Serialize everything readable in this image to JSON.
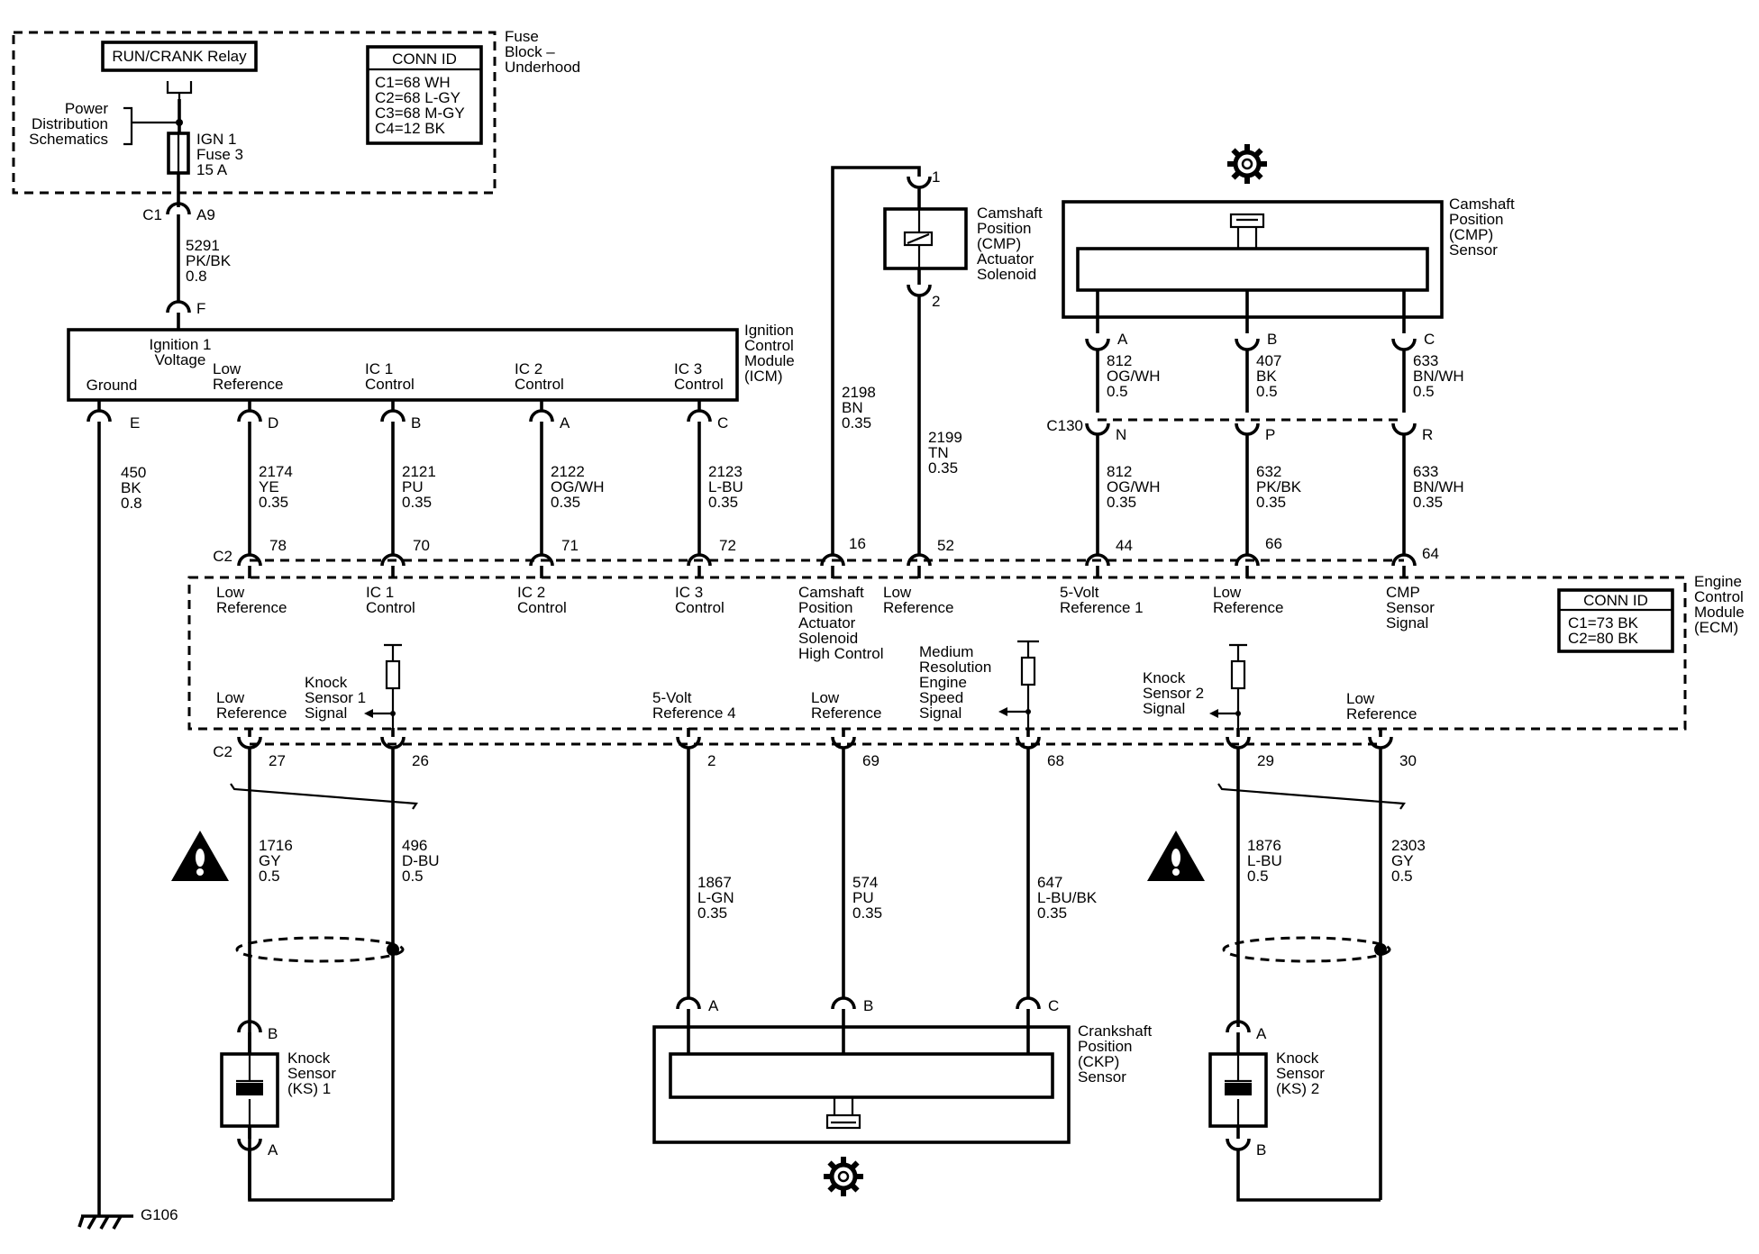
{
  "fuse_block": {
    "title": [
      "Fuse",
      "Block –",
      "Underhood"
    ],
    "relay": "RUN/CRANK Relay",
    "power_distribution": [
      "Power",
      "Distribution",
      "Schematics"
    ],
    "fuse": [
      "IGN 1",
      "Fuse 3",
      "15 A"
    ],
    "conn_id": {
      "title": "CONN ID",
      "rows": [
        "C1=68 WH",
        "C2=68 L-GY",
        "C3=68 M-GY",
        "C4=12 BK"
      ]
    },
    "connector": "C1",
    "pin": "A9"
  },
  "fuse_wire": {
    "circuit": "5291",
    "color": "PK/BK",
    "gauge": "0.8"
  },
  "icm": {
    "title": [
      "Ignition",
      "Control",
      "Module",
      "(ICM)"
    ],
    "feed_pin": "F",
    "ignition_label": [
      "Ignition 1",
      "Voltage"
    ],
    "pins": [
      {
        "label": [
          "Ground"
        ],
        "pin": "E"
      },
      {
        "label": [
          "Low",
          "Reference"
        ],
        "pin": "D"
      },
      {
        "label": [
          "IC 1",
          "Control"
        ],
        "pin": "B"
      },
      {
        "label": [
          "IC 2",
          "Control"
        ],
        "pin": "A"
      },
      {
        "label": [
          "IC 3",
          "Control"
        ],
        "pin": "C"
      }
    ]
  },
  "ground_wire": {
    "circuit": "450",
    "color": "BK",
    "gauge": "0.8",
    "ground": "G106"
  },
  "icm_wires": [
    {
      "circuit": "2174",
      "color": "YE",
      "gauge": "0.35"
    },
    {
      "circuit": "2121",
      "color": "PU",
      "gauge": "0.35"
    },
    {
      "circuit": "2122",
      "color": "OG/WH",
      "gauge": "0.35"
    },
    {
      "circuit": "2123",
      "color": "L-BU",
      "gauge": "0.35"
    }
  ],
  "cmp_actuator": {
    "title": [
      "Camshaft",
      "Position",
      "(CMP)",
      "Actuator",
      "Solenoid"
    ],
    "pins": [
      "1",
      "2"
    ],
    "wires": [
      {
        "circuit": "2198",
        "color": "BN",
        "gauge": "0.35"
      },
      {
        "circuit": "2199",
        "color": "TN",
        "gauge": "0.35"
      }
    ]
  },
  "cmp_sensor": {
    "title": [
      "Camshaft",
      "Position",
      "(CMP)",
      "Sensor"
    ],
    "pins": [
      "A",
      "B",
      "C"
    ],
    "upper_wires": [
      {
        "circuit": "812",
        "color": "OG/WH",
        "gauge": "0.5"
      },
      {
        "circuit": "407",
        "color": "BK",
        "gauge": "0.5"
      },
      {
        "circuit": "633",
        "color": "BN/WH",
        "gauge": "0.5"
      }
    ],
    "inline_connector": "C130",
    "inline_pins": [
      "N",
      "P",
      "R"
    ],
    "lower_wires": [
      {
        "circuit": "812",
        "color": "OG/WH",
        "gauge": "0.35"
      },
      {
        "circuit": "632",
        "color": "PK/BK",
        "gauge": "0.35"
      },
      {
        "circuit": "633",
        "color": "BN/WH",
        "gauge": "0.35"
      }
    ]
  },
  "ecm": {
    "title": [
      "Engine",
      "Control",
      "Module",
      "(ECM)"
    ],
    "conn_id": {
      "title": "CONN ID",
      "rows": [
        "C1=73 BK",
        "C2=80 BK"
      ]
    },
    "top_connector": "C2",
    "top_pins": [
      {
        "pin": "78",
        "label": [
          "Low",
          "Reference"
        ]
      },
      {
        "pin": "70",
        "label": [
          "IC 1",
          "Control"
        ]
      },
      {
        "pin": "71",
        "label": [
          "IC 2",
          "Control"
        ]
      },
      {
        "pin": "72",
        "label": [
          "IC 3",
          "Control"
        ]
      },
      {
        "pin": "16",
        "label": [
          "Camshaft",
          "Position",
          "Actuator",
          "Solenoid",
          "High Control"
        ]
      },
      {
        "pin": "52",
        "label": [
          "Low",
          "Reference"
        ]
      },
      {
        "pin": "44",
        "label": [
          "5-Volt",
          "Reference 1"
        ]
      },
      {
        "pin": "66",
        "label": [
          "Low",
          "Reference"
        ]
      },
      {
        "pin": "64",
        "label": [
          "CMP",
          "Sensor",
          "Signal"
        ]
      }
    ],
    "bottom_connector": "C2",
    "bottom_pins": [
      {
        "pin": "27",
        "label": [
          "Low",
          "Reference"
        ]
      },
      {
        "pin": "26",
        "label": [
          "Knock",
          "Sensor 1",
          "Signal"
        ]
      },
      {
        "pin": "2",
        "label": [
          "5-Volt",
          "Reference 4"
        ]
      },
      {
        "pin": "69",
        "label": [
          "Low",
          "Reference"
        ]
      },
      {
        "pin": "68",
        "label": [
          "Medium",
          "Resolution",
          "Engine",
          "Speed",
          "Signal"
        ]
      },
      {
        "pin": "29",
        "label": [
          "Knock",
          "Sensor 2",
          "Signal"
        ]
      },
      {
        "pin": "30",
        "label": [
          "Low",
          "Reference"
        ]
      }
    ]
  },
  "lower_wires": [
    {
      "circuit": "1716",
      "color": "GY",
      "gauge": "0.5"
    },
    {
      "circuit": "496",
      "color": "D-BU",
      "gauge": "0.5"
    },
    {
      "circuit": "1867",
      "color": "L-GN",
      "gauge": "0.35"
    },
    {
      "circuit": "574",
      "color": "PU",
      "gauge": "0.35"
    },
    {
      "circuit": "647",
      "color": "L-BU/BK",
      "gauge": "0.35"
    },
    {
      "circuit": "1876",
      "color": "L-BU",
      "gauge": "0.5"
    },
    {
      "circuit": "2303",
      "color": "GY",
      "gauge": "0.5"
    }
  ],
  "ks1": {
    "title": [
      "Knock",
      "Sensor",
      "(KS) 1"
    ],
    "pins": [
      "B",
      "A"
    ]
  },
  "ks2": {
    "title": [
      "Knock",
      "Sensor",
      "(KS) 2"
    ],
    "pins": [
      "A",
      "B"
    ]
  },
  "ckp": {
    "title": [
      "Crankshaft",
      "Position",
      "(CKP)",
      "Sensor"
    ],
    "pins": [
      "A",
      "B",
      "C"
    ]
  }
}
